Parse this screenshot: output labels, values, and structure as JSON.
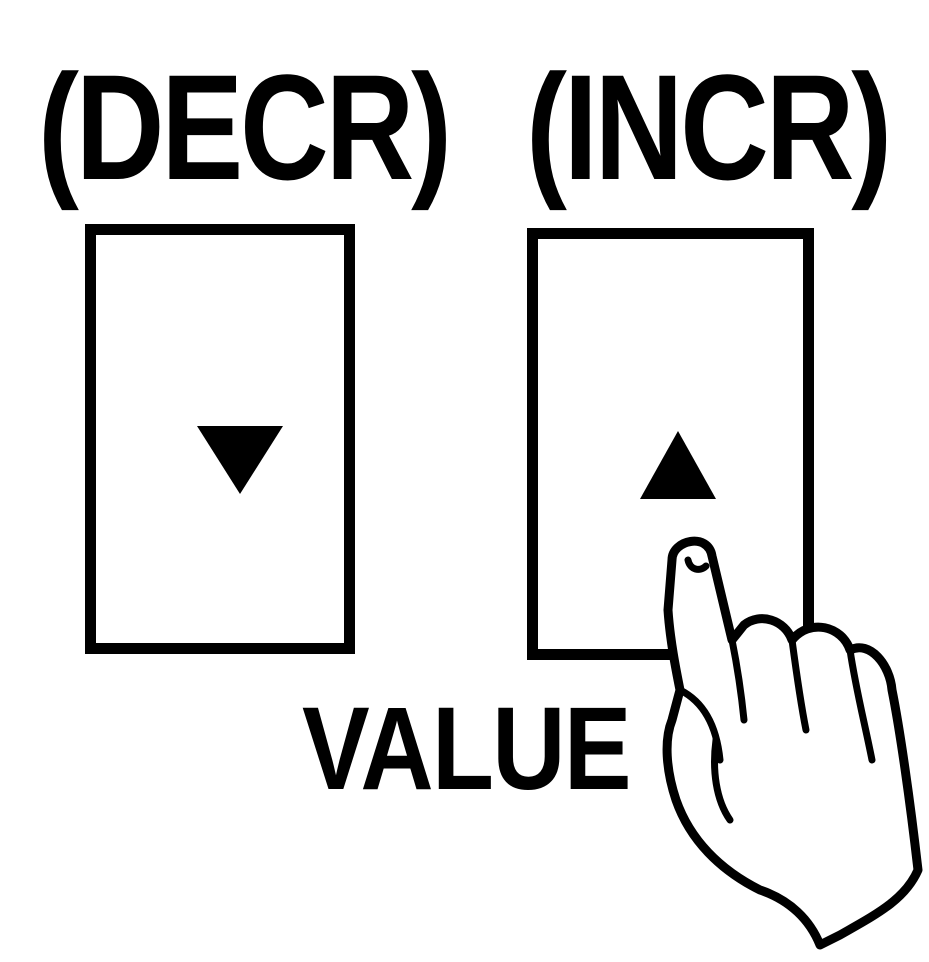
{
  "labels": {
    "decrement": "(DECR)",
    "increment": "(INCR)",
    "value": "VALUE"
  },
  "icons": {
    "decrement_arrow": "triangle-down-icon",
    "increment_arrow": "triangle-up-icon",
    "pointer": "pointing-hand-icon"
  },
  "colors": {
    "ink": "#000000",
    "background": "#ffffff"
  }
}
